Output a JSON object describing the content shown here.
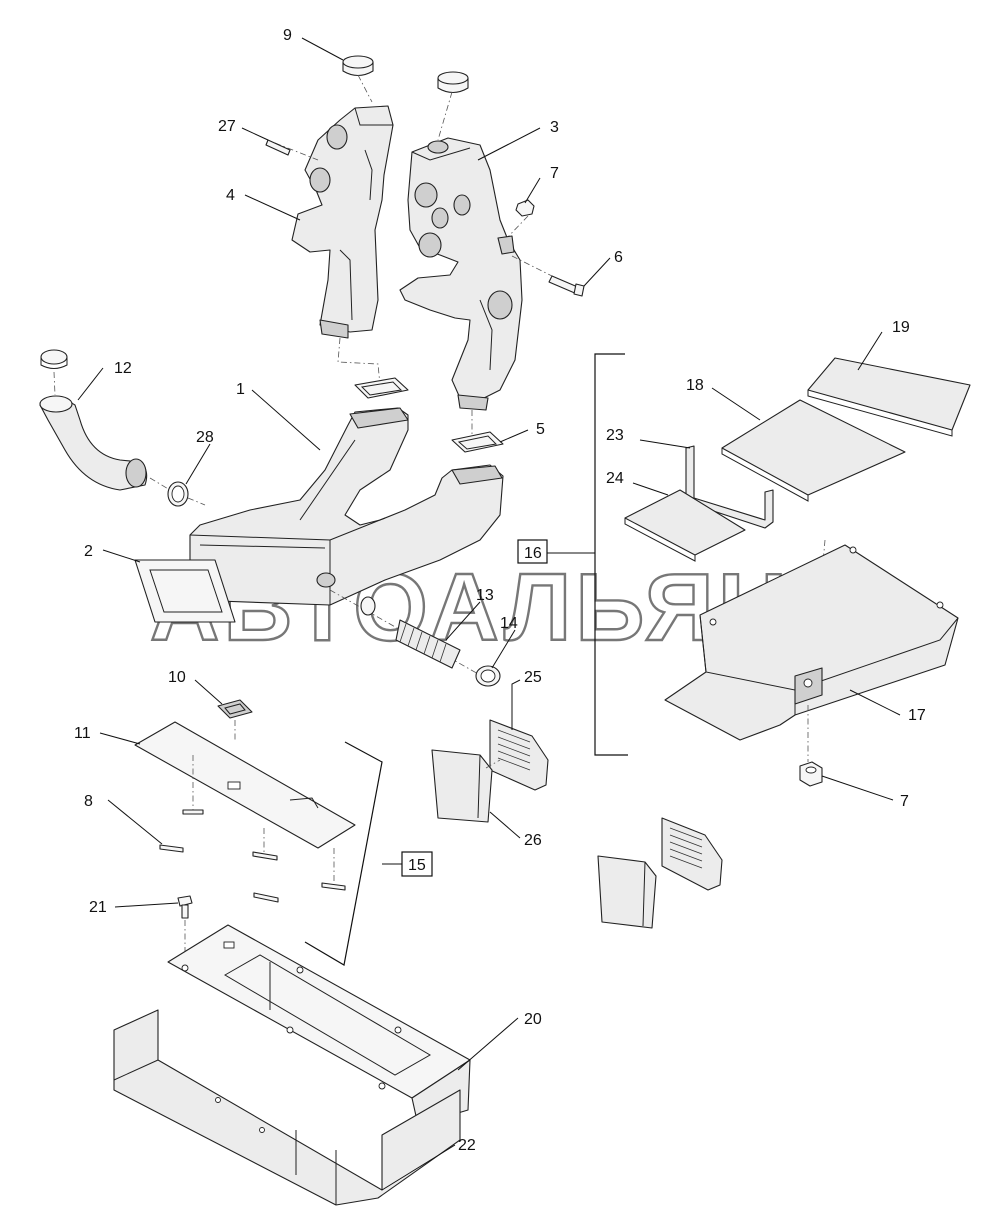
{
  "watermark": "АВТОАЛЬЯНС",
  "callouts": [
    {
      "id": "9",
      "label": "9"
    },
    {
      "id": "27",
      "label": "27"
    },
    {
      "id": "3",
      "label": "3"
    },
    {
      "id": "7a",
      "label": "7"
    },
    {
      "id": "4",
      "label": "4"
    },
    {
      "id": "6",
      "label": "6"
    },
    {
      "id": "12",
      "label": "12"
    },
    {
      "id": "1",
      "label": "1"
    },
    {
      "id": "28",
      "label": "28"
    },
    {
      "id": "5",
      "label": "5"
    },
    {
      "id": "2",
      "label": "2"
    },
    {
      "id": "13",
      "label": "13"
    },
    {
      "id": "14",
      "label": "14"
    },
    {
      "id": "25",
      "label": "25"
    },
    {
      "id": "10",
      "label": "10"
    },
    {
      "id": "11",
      "label": "11"
    },
    {
      "id": "8",
      "label": "8"
    },
    {
      "id": "26",
      "label": "26"
    },
    {
      "id": "21",
      "label": "21"
    },
    {
      "id": "20",
      "label": "20"
    },
    {
      "id": "22",
      "label": "22"
    },
    {
      "id": "19",
      "label": "19"
    },
    {
      "id": "18",
      "label": "18"
    },
    {
      "id": "23",
      "label": "23"
    },
    {
      "id": "24",
      "label": "24"
    },
    {
      "id": "17",
      "label": "17"
    },
    {
      "id": "7b",
      "label": "7"
    }
  ],
  "group_callouts": [
    {
      "id": "16",
      "label": "16"
    },
    {
      "id": "15",
      "label": "15"
    }
  ]
}
